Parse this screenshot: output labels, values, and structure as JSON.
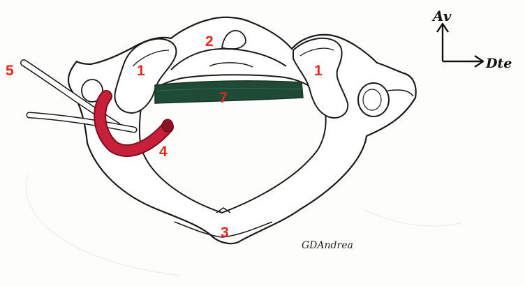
{
  "colors": {
    "label": "#e8271f",
    "outline": "#1a1a1a",
    "ligament": "#1f4a35",
    "artery": "#c8203a",
    "paper": "#fdfdfb"
  },
  "labels": {
    "massa_left": "1",
    "massa_right": "1",
    "anterior_arch": "2",
    "posterior_arch": "3",
    "artery": "4",
    "nerve": "5",
    "ligament": "7"
  },
  "faint_label": "5",
  "orientation": {
    "anterior": "Av",
    "right": "Dte"
  },
  "signature": "GDAndrea"
}
